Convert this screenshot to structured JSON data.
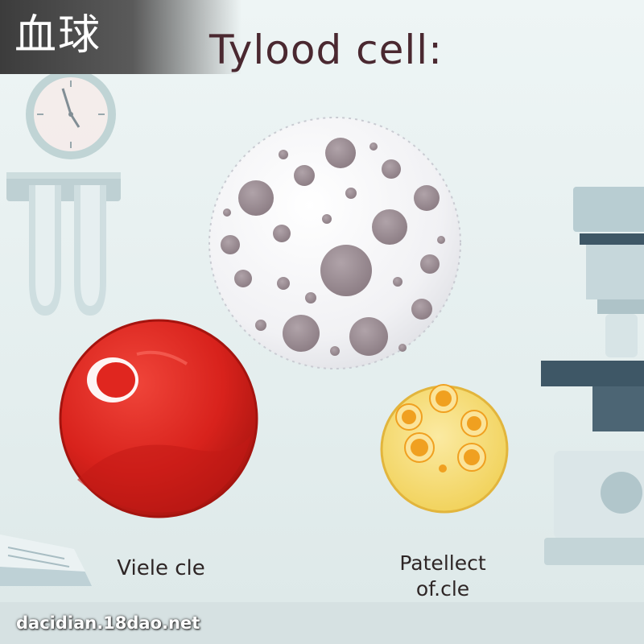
{
  "badge": {
    "text": "血球"
  },
  "title": "Tylood cell:",
  "cells": {
    "red_blood_cell": {
      "label": "Viele cle",
      "color": "#d8221c"
    },
    "white_blood_cell": {
      "color": "#f2f2f5",
      "nucleus_color": "#9c8e94"
    },
    "platelet": {
      "label_line1": "Patellect",
      "label_line2": "of.cle",
      "color": "#f5d55a",
      "granule_color": "#f0a020"
    }
  },
  "background": {
    "objects": [
      "clock-icon",
      "test-tube-rack-icon",
      "microscope-icon",
      "notebook-icon"
    ]
  },
  "watermark": "dacidian.18dao.net"
}
